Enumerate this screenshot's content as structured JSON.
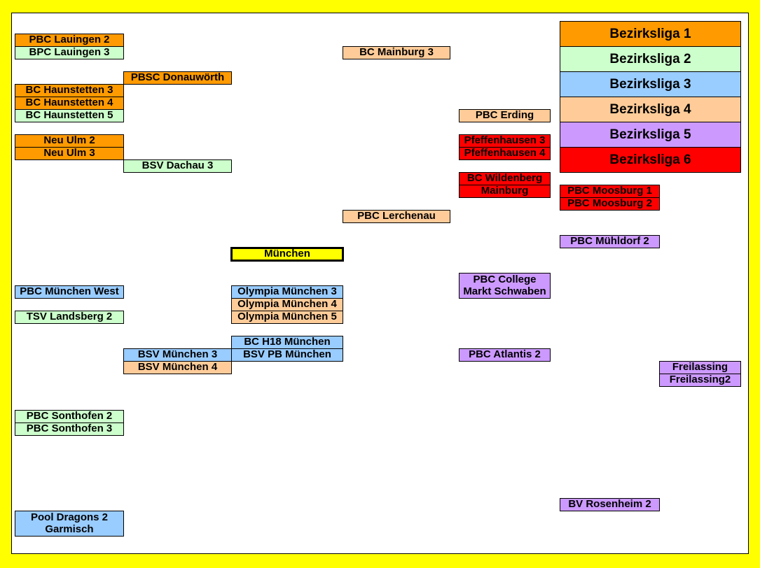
{
  "colors": {
    "page_bg": "#ffff00",
    "canvas_bg": "#ffffff",
    "liga1": "#ff9a00",
    "liga2": "#ccffcc",
    "liga3": "#99ccff",
    "liga4": "#ffcc99",
    "liga5": "#cc99ff",
    "liga6": "#ff0000",
    "center": "#ffff00"
  },
  "legend": [
    "Bezirksliga 1",
    "Bezirksliga 2",
    "Bezirksliga 3",
    "Bezirksliga 4",
    "Bezirksliga 5",
    "Bezirksliga 6"
  ],
  "center_label": "München",
  "teams": {
    "pbc_lauingen_2": "PBC Lauingen 2",
    "bpc_lauingen_3": "BPC Lauingen 3",
    "pbsc_donauwoerth": "PBSC Donauwörth",
    "bc_haunstetten_3": "BC Haunstetten 3",
    "bc_haunstetten_4": "BC Haunstetten 4",
    "bc_haunstetten_5": "BC Haunstetten 5",
    "neu_ulm_2": "Neu Ulm 2",
    "neu_ulm_3": "Neu Ulm 3",
    "bsv_dachau_3": "BSV Dachau 3",
    "bc_mainburg_3": "BC Mainburg 3",
    "pbc_erding": "PBC Erding",
    "pfeffenhausen_3": "Pfeffenhausen 3",
    "pfeffenhausen_4": "Pfeffenhausen 4",
    "bc_wildenberg": "BC Wildenberg",
    "mainburg": "Mainburg",
    "pbc_moosburg_1": "PBC Moosburg 1",
    "pbc_moosburg_2": "PBC Moosburg 2",
    "pbc_lerchenau": "PBC Lerchenau",
    "pbc_muehldorf_2": "PBC Mühldorf 2",
    "pbc_muenchen_west": "PBC München West",
    "olympia_muenchen_3": "Olympia München 3",
    "olympia_muenchen_4": "Olympia München 4",
    "olympia_muenchen_5": "Olympia München 5",
    "pbc_college_line1": "PBC College",
    "pbc_college_line2": "Markt Schwaben",
    "tsv_landsberg_2": "TSV Landsberg 2",
    "bc_h18_muenchen": "BC H18 München",
    "bsv_pb_muenchen": "BSV PB München",
    "bsv_muenchen_3": "BSV München 3",
    "bsv_muenchen_4": "BSV München 4",
    "pbc_atlantis_2": "PBC Atlantis 2",
    "freilassing": "Freilassing",
    "freilassing2": "Freilassing2",
    "pbc_sonthofen_2": "PBC Sonthofen 2",
    "pbc_sonthofen_3": "PBC Sonthofen 3",
    "bv_rosenheim_2": "BV Rosenheim 2",
    "pool_dragons_line1": "Pool Dragons 2",
    "pool_dragons_line2": "Garmisch"
  }
}
